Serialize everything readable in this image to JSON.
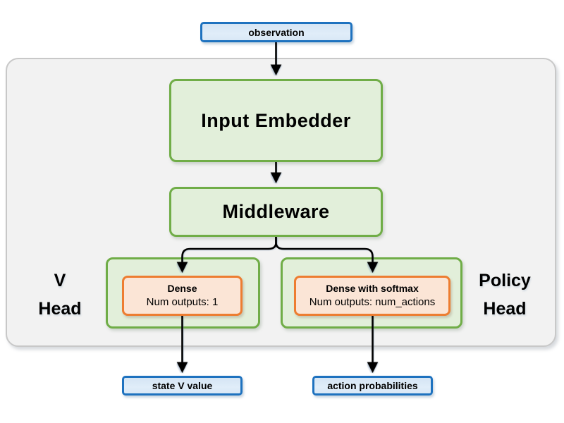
{
  "diagram": {
    "nodes": {
      "observation": {
        "label": "observation"
      },
      "input_embedder": {
        "label": "Input Embedder"
      },
      "middleware": {
        "label": "Middleware"
      },
      "v_head": {
        "group_label": {
          "line1": "V",
          "line2": "Head"
        },
        "dense": {
          "title": "Dense",
          "subtitle": "Num outputs: 1"
        },
        "output": {
          "label": "state V value"
        }
      },
      "policy_head": {
        "group_label": {
          "line1": "Policy",
          "line2": "Head"
        },
        "dense": {
          "title": "Dense with softmax",
          "subtitle": "Num outputs: num_actions"
        },
        "output": {
          "label": "action probabilities"
        }
      }
    },
    "colors": {
      "green_border": "#70ad47",
      "green_fill": "#e2efda",
      "orange_border": "#ed7d31",
      "orange_fill": "#fbe5d6",
      "blue_border": "#1e72bf",
      "blue_fill": "#dbe9f6",
      "container_fill": "#f2f2f2",
      "container_border": "#c8c8c8",
      "arrow": "#000000",
      "background": "#ffffff"
    }
  }
}
